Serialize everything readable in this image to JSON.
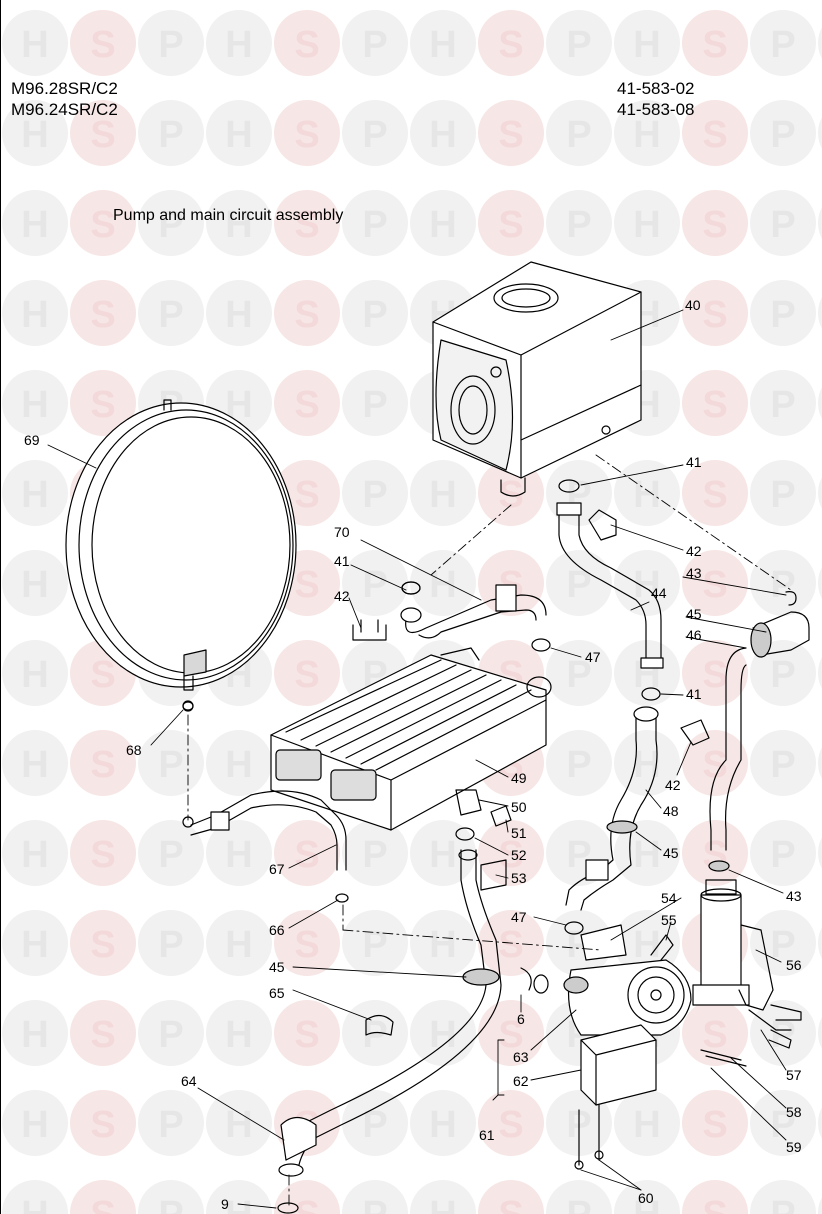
{
  "header": {
    "models": [
      "M96.28SR/C2",
      "M96.24SR/C2"
    ],
    "part_numbers": [
      "41-583-02",
      "41-583-08"
    ]
  },
  "title": "Pump and main circuit assembly",
  "watermark": {
    "letters": [
      "H",
      "S",
      "P"
    ],
    "colors": {
      "H": "#e6e6e6",
      "S": "#f3d9d9",
      "P": "#e6e6e6"
    }
  },
  "callouts": [
    {
      "key": "c40",
      "text": "40"
    },
    {
      "key": "c41a",
      "text": "41"
    },
    {
      "key": "c42a",
      "text": "42"
    },
    {
      "key": "c43a",
      "text": "43"
    },
    {
      "key": "c44",
      "text": "44"
    },
    {
      "key": "c45a",
      "text": "45"
    },
    {
      "key": "c46",
      "text": "46"
    },
    {
      "key": "c41b",
      "text": "41"
    },
    {
      "key": "c42b",
      "text": "42"
    },
    {
      "key": "c45b",
      "text": "45"
    },
    {
      "key": "c48",
      "text": "48"
    },
    {
      "key": "c43b",
      "text": "43"
    },
    {
      "key": "c56",
      "text": "56"
    },
    {
      "key": "c57",
      "text": "57"
    },
    {
      "key": "c58",
      "text": "58"
    },
    {
      "key": "c59",
      "text": "59"
    },
    {
      "key": "c69",
      "text": "69"
    },
    {
      "key": "c70",
      "text": "70"
    },
    {
      "key": "c41c",
      "text": "41"
    },
    {
      "key": "c42c",
      "text": "42"
    },
    {
      "key": "c47a",
      "text": "47"
    },
    {
      "key": "c68",
      "text": "68"
    },
    {
      "key": "c49",
      "text": "49"
    },
    {
      "key": "c50",
      "text": "50"
    },
    {
      "key": "c51",
      "text": "51"
    },
    {
      "key": "c52",
      "text": "52"
    },
    {
      "key": "c53",
      "text": "53"
    },
    {
      "key": "c67",
      "text": "67"
    },
    {
      "key": "c66",
      "text": "66"
    },
    {
      "key": "c47b",
      "text": "47"
    },
    {
      "key": "c54",
      "text": "54"
    },
    {
      "key": "c55",
      "text": "55"
    },
    {
      "key": "c45c",
      "text": "45"
    },
    {
      "key": "c65",
      "text": "65"
    },
    {
      "key": "c6",
      "text": "6"
    },
    {
      "key": "c63",
      "text": "63"
    },
    {
      "key": "c62",
      "text": "62"
    },
    {
      "key": "c61",
      "text": "61"
    },
    {
      "key": "c64",
      "text": "64"
    },
    {
      "key": "c9",
      "text": "9"
    },
    {
      "key": "c60",
      "text": "60"
    }
  ]
}
